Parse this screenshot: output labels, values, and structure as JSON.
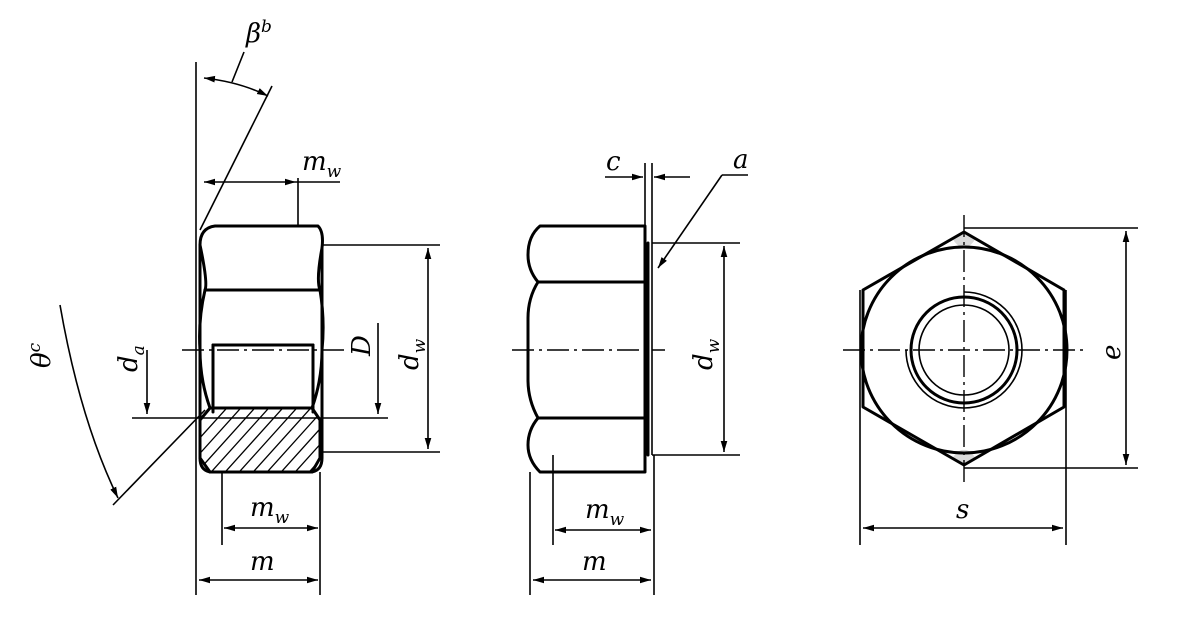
{
  "figure": {
    "labels": {
      "beta": "β",
      "beta_note": "b",
      "theta": "θ",
      "theta_note": "c",
      "m": "m",
      "w": "w",
      "d": "d",
      "a_sub": "a",
      "D": "D",
      "c": "c",
      "a": "a",
      "e": "e",
      "s": "s"
    }
  }
}
